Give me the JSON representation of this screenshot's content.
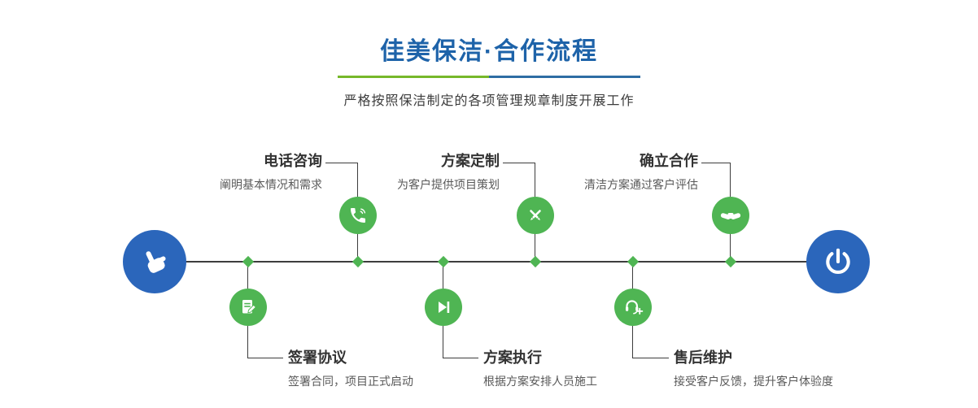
{
  "page": {
    "title": "佳美保洁·合作流程",
    "subtitle": "严格按照保洁制定的各项管理规章制度开展工作"
  },
  "colors": {
    "title_blue": "#1e63a9",
    "node_blue": "#2b66bb",
    "node_green": "#4fb553",
    "underline_green": "#76b82a",
    "underline_blue": "#2e6da4",
    "line_dark": "#3d3d3d"
  },
  "timeline": {
    "start_icon": "pointing-hand-icon",
    "end_icon": "power-icon"
  },
  "steps_top": [
    {
      "title": "电话咨询",
      "description": "阐明基本情况和需求",
      "icon": "phone-icon"
    },
    {
      "title": "方案定制",
      "description": "为客户提供项目策划",
      "icon": "design-pencils-icon"
    },
    {
      "title": "确立合作",
      "description": "清洁方案通过客户评估",
      "icon": "handshake-icon"
    }
  ],
  "steps_bottom": [
    {
      "title": "签署协议",
      "description": "签署合同，项目正式启动",
      "icon": "contract-sign-icon"
    },
    {
      "title": "方案执行",
      "description": "根据方案安排人员施工",
      "icon": "play-forward-icon"
    },
    {
      "title": "售后维护",
      "description": "接受客户反馈，提升客户体验度",
      "icon": "headset-support-icon"
    }
  ]
}
